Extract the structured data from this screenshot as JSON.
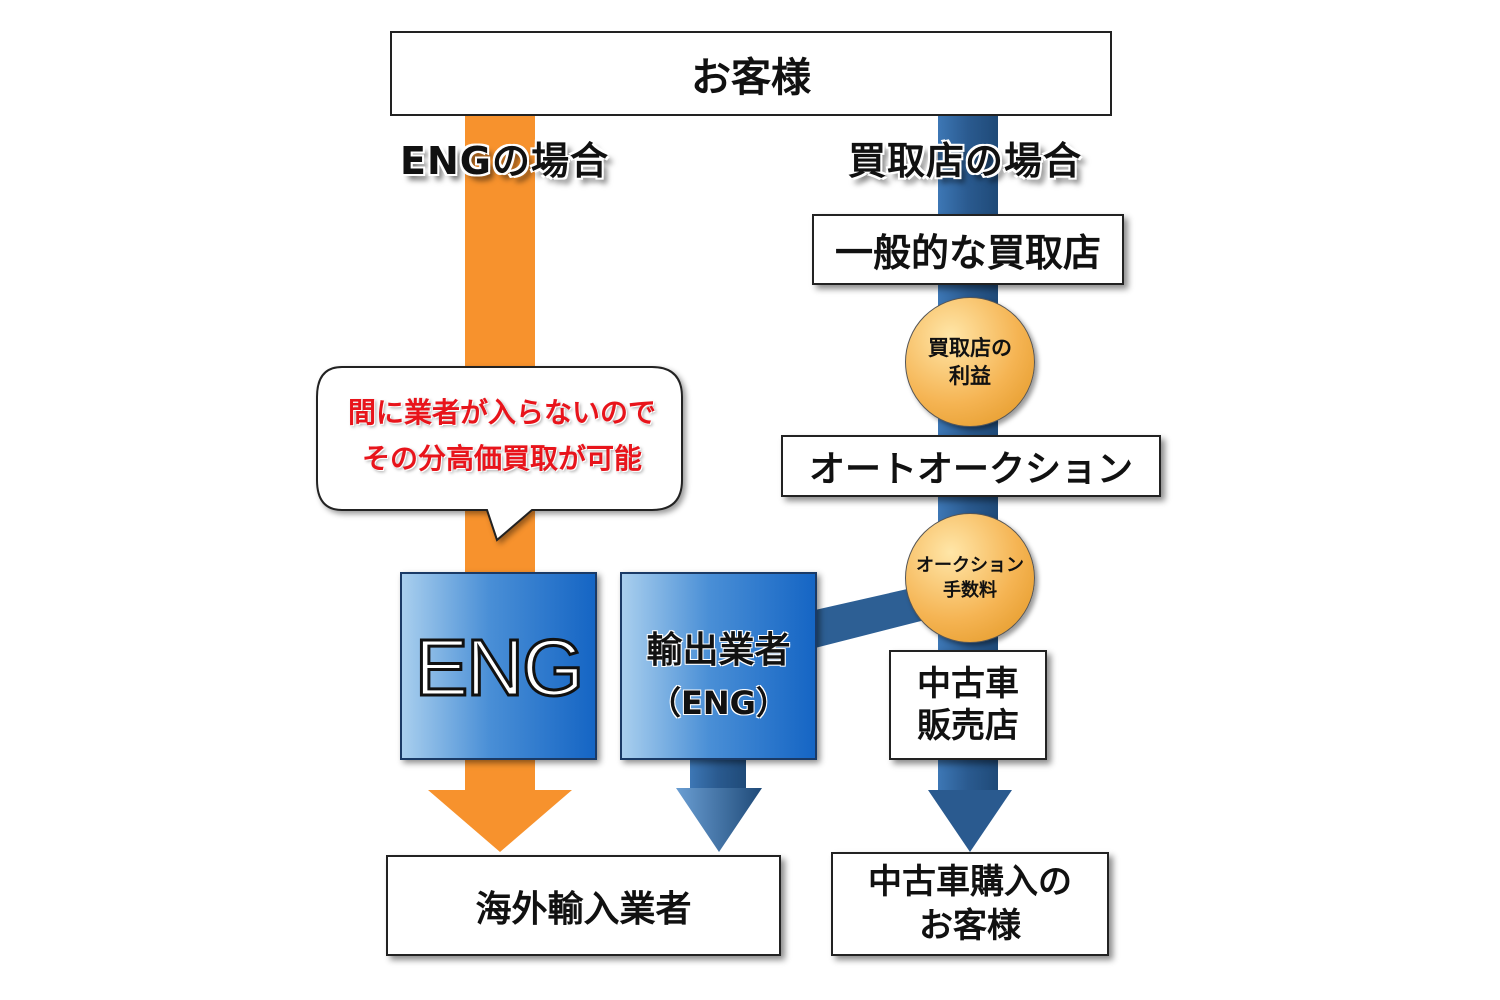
{
  "top_box": {
    "label": "お客様"
  },
  "left_column": {
    "heading": "ENGの場合",
    "callout": "間に業者が入らないので\nその分高価買取が可能",
    "eng_logo": "ENG",
    "exporter_box": {
      "line1": "輸出業者",
      "line2": "（ENG）"
    },
    "destination": "海外輸入業者"
  },
  "right_column": {
    "heading": "買取店の場合",
    "shop": "一般的な買取店",
    "profit_circle": "買取店の\n利益",
    "auction": "オートオークション",
    "fee_circle": "オークション\n手数料",
    "dealer": "中古車\n販売店",
    "destination": "中古車購入の\nお客様"
  },
  "colors": {
    "orange_arrow": "#f7922d",
    "blue_arrow": "#2d5f94",
    "callout_text": "#e8141b",
    "eng_box": "#1565c4"
  }
}
